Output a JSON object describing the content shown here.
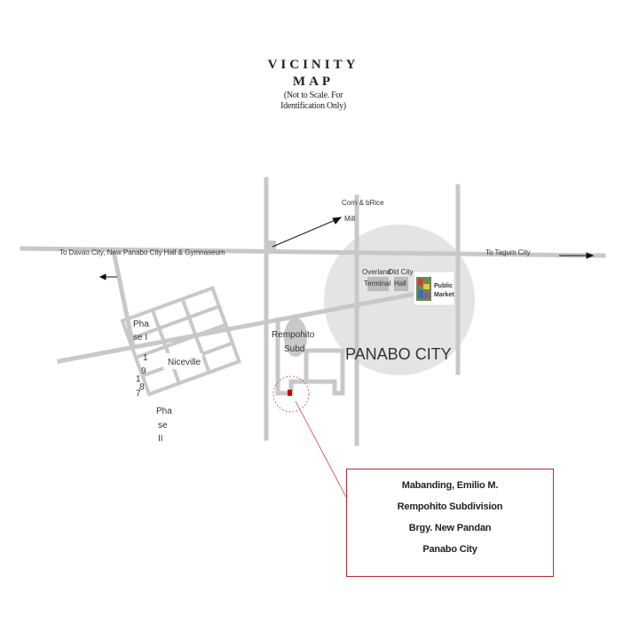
{
  "title": {
    "line1": "VICINITY",
    "line2": "MAP",
    "note1": "(Not to Scale. For",
    "note2": "Identification Only)"
  },
  "labels": {
    "to_davao": "To Davao City, New Panabo City Hall & Gymnaseum",
    "to_tagum": "To Tagum City",
    "corn_rice_1": "Corn & bRice",
    "corn_rice_2": "Mill",
    "overland_1": "Overland",
    "overland_2": "Old City",
    "terminal_1": "Terminal",
    "terminal_2": "Hall",
    "public_market_1": "Public",
    "public_market_2": "Market",
    "rempohito_1": "Rempohito",
    "rempohito_2": "Subd",
    "panabo_city": "PANABO CITY",
    "niceville": "Niceville",
    "phase1_a": "Pha",
    "phase1_b": "se I",
    "year_a": "1",
    "year_b": "9",
    "year_c": "1",
    "year_d": "8",
    "year_e": "7",
    "phase2_a": "Pha",
    "phase2_b": "se",
    "phase2_c": "II"
  },
  "address": {
    "name": "Mabanding, Emilio M.",
    "subdivision": "Rempohito Subdivision",
    "barangay": "Brgy. New Pandan",
    "city": "Panabo City"
  },
  "colors": {
    "road": "#c8c8c8",
    "city_area": "#e4e4e4",
    "marker": "#cc0000",
    "leader": "#d04040"
  }
}
